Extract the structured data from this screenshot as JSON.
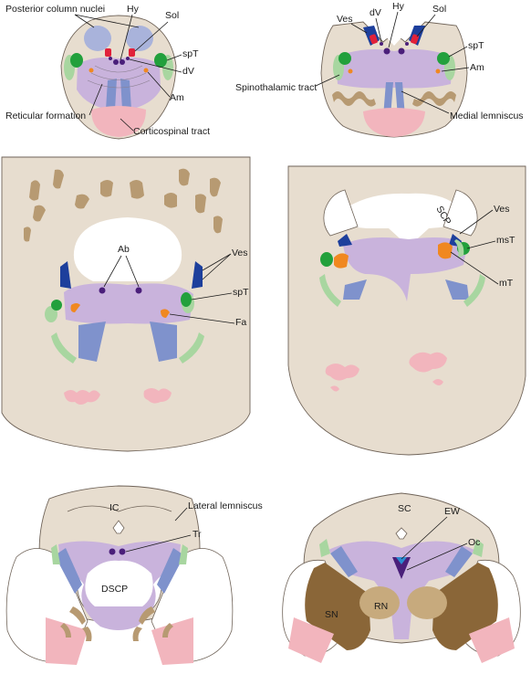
{
  "colors": {
    "tissue": "#e7ddcf",
    "outline": "#6f6358",
    "lemniscus": "#c9b3dc",
    "pyramid": "#f2b5bd",
    "column_nuclei": "#a9b3db",
    "corticospinal": "#7f92cc",
    "spinal_trigeminal": "#22a03c",
    "spinal_trigeminal_light": "#a8d6a0",
    "vestibular": "#1d3f9c",
    "solitary": "#e1213a",
    "hypoglossal": "#4a1f7a",
    "motor_nuclei": "#f08820",
    "substantia_nigra": "#8a6638",
    "red_nucleus": "#c7aa7d",
    "olive": "#b79a72",
    "ew": "#2a8bd0",
    "ventricle": "#ffffff"
  },
  "labels": {
    "posterior_column_nuclei": "Posterior column nuclei",
    "hy": "Hy",
    "sol": "Sol",
    "spt": "spT",
    "dv": "dV",
    "am": "Am",
    "reticular_formation": "Reticular formation",
    "corticospinal_tract": "Corticospinal tract",
    "ves": "Ves",
    "spinothalamic_tract": "Spinothalamic tract",
    "medial_lemniscus": "Medial lemniscus",
    "ab": "Ab",
    "fa": "Fa",
    "scp": "SCP",
    "mst": "msT",
    "mt": "mT",
    "ic": "IC",
    "lateral_lemniscus": "Lateral lemniscus",
    "tr": "Tr",
    "dscp": "DSCP",
    "sc": "SC",
    "ew": "EW",
    "oc": "Oc",
    "rn": "RN",
    "sn": "SN"
  }
}
